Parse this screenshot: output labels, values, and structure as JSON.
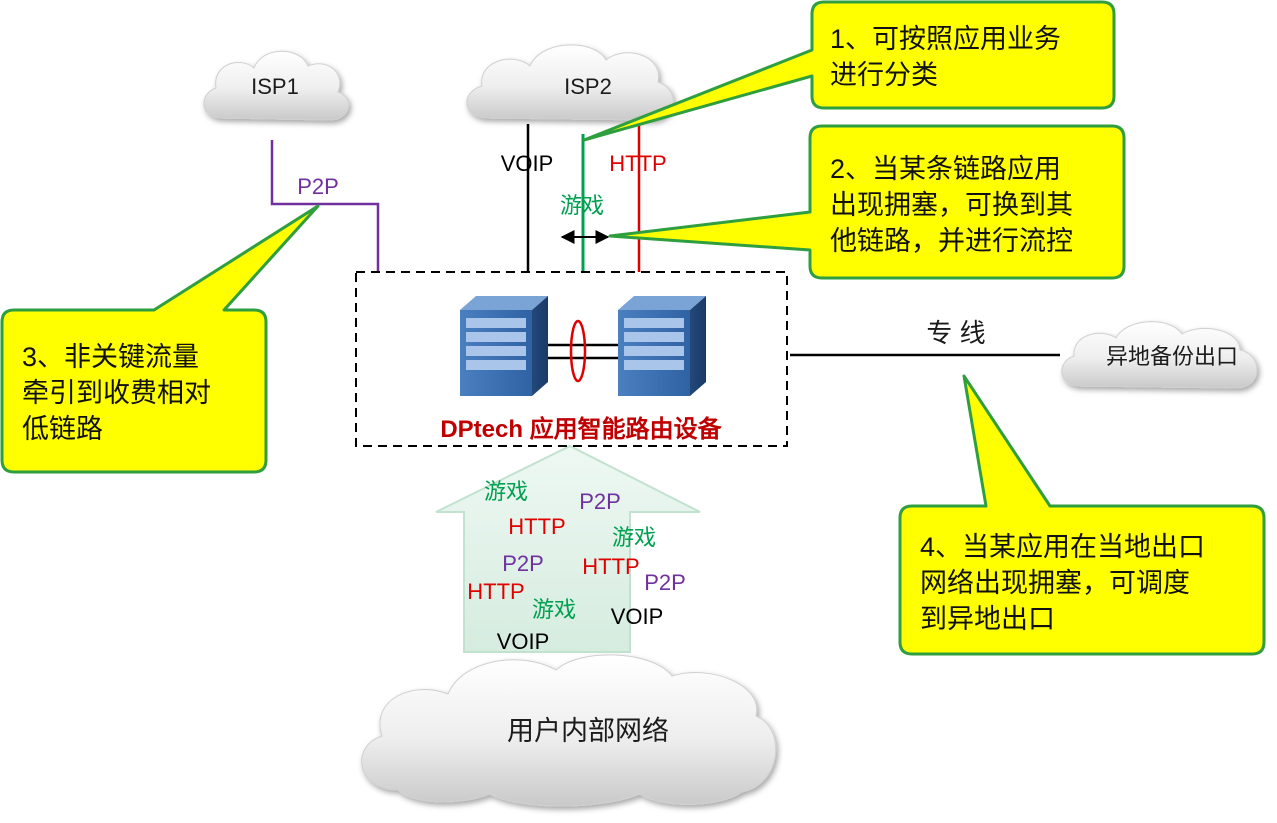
{
  "clouds": {
    "isp1": "ISP1",
    "isp2": "ISP2",
    "backup": "异地备份出口",
    "internal": "用户内部网络"
  },
  "links": {
    "isp1_p2p": "P2P",
    "isp2_voip": "VOIP",
    "isp2_http": "HTTP",
    "isp2_game": "游戏",
    "dedicated": "专 线"
  },
  "device": {
    "caption": "DPtech 应用智能路由设备"
  },
  "traffic": [
    {
      "text": "游戏",
      "kind": "game"
    },
    {
      "text": "P2P",
      "kind": "p2p"
    },
    {
      "text": "HTTP",
      "kind": "http"
    },
    {
      "text": "游戏",
      "kind": "game"
    },
    {
      "text": "P2P",
      "kind": "p2p"
    },
    {
      "text": "HTTP",
      "kind": "http"
    },
    {
      "text": "P2P",
      "kind": "p2p"
    },
    {
      "text": "HTTP",
      "kind": "http"
    },
    {
      "text": "游戏",
      "kind": "game"
    },
    {
      "text": "VOIP",
      "kind": "voip"
    },
    {
      "text": "VOIP",
      "kind": "voip"
    }
  ],
  "callouts": {
    "c1": [
      "1、可按照应用业务",
      "进行分类"
    ],
    "c2": [
      "2、当某条链路应用",
      "出现拥塞，可换到其",
      "他链路，并进行流控"
    ],
    "c3": [
      "3、非关键流量",
      "牵引到收费相对",
      "低链路"
    ],
    "c4": [
      "4、当某应用在当地出口",
      "网络出现拥塞，可调度",
      "到异地出口"
    ]
  },
  "colors": {
    "p2p": "#7030a0",
    "http": "#e00000",
    "game": "#00a050",
    "voip": "#000000",
    "callout_fill": "#ffff00",
    "callout_border": "#2e9e3e",
    "caption": "#c00000"
  }
}
